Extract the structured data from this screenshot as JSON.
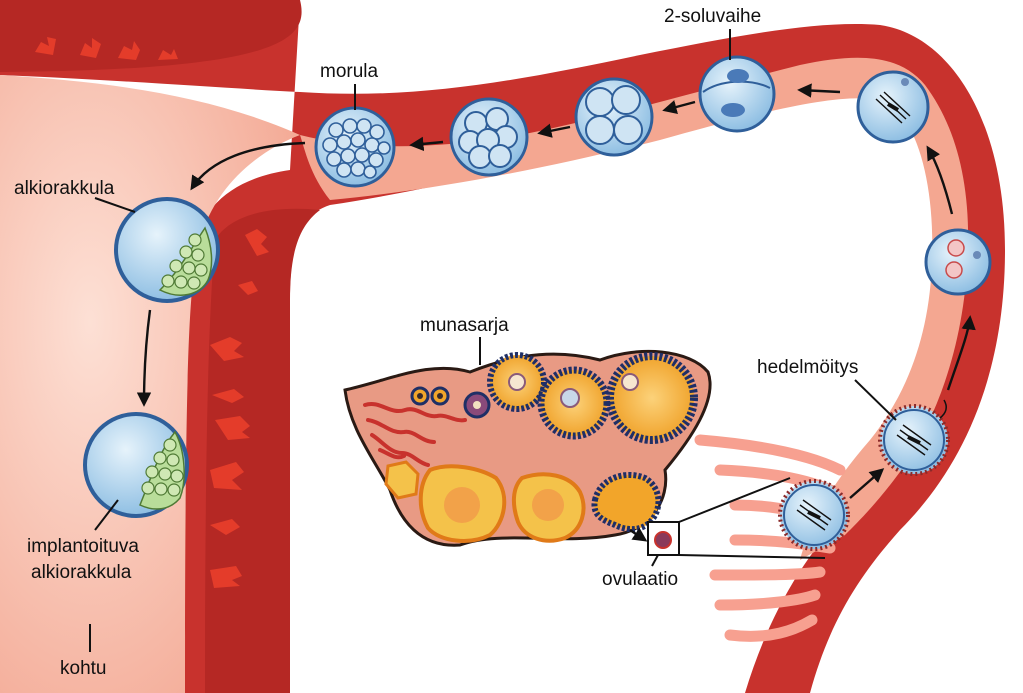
{
  "labels": {
    "two_cell": "2-soluvaihe",
    "morula": "morula",
    "blastocyst": "alkiorakkula",
    "ovary": "munasarja",
    "fertilization": "hedelmöitys",
    "implanting_line1": "implantoituva",
    "implanting_line2": "alkiorakkula",
    "ovulation": "ovulaatio",
    "uterus": "kohtu"
  },
  "colors": {
    "uterus_wall": "#c8322d",
    "uterus_wall_dark": "#a8231f",
    "cavity": "#f6b3a2",
    "tube": "#f4a791",
    "fimbriae": "#f7a090",
    "ovary_tissue": "#e89a84",
    "cell_fill": "#a9cfe9",
    "cell_edge": "#2f5f9a",
    "inner_cell_mass": "#b9dd9a",
    "follicle_yellow": "#f2a52a",
    "follicle_rim": "#1f2f66",
    "corpus_luteum": "#f4c24a",
    "outline": "#2a1a14"
  },
  "stages": [
    "ovulation",
    "fertilization",
    "zygote",
    "pronuclei",
    "first-division",
    "2-cell",
    "4-cell",
    "8-cell",
    "morula",
    "blastocyst",
    "implanting-blastocyst"
  ]
}
